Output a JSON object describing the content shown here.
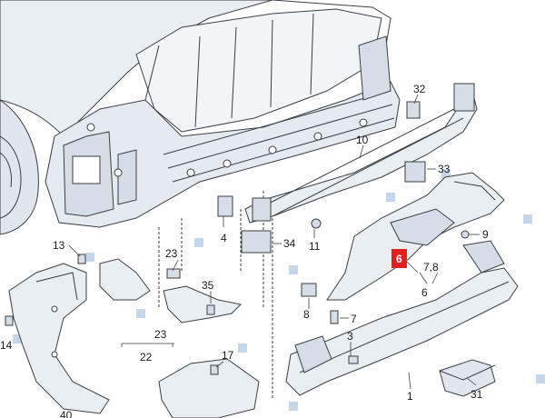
{
  "colors": {
    "body": "#e9eef3",
    "body_shade": "#d5dde6",
    "line": "#3a3f45",
    "marker": "#c6d6ea",
    "highlight": "#e02020"
  },
  "callouts": {
    "c1": "1",
    "c3": "3",
    "c4": "4",
    "c6_marker": "6",
    "c6": "6",
    "c7_8": "7,8",
    "c7": "7",
    "c8": "8",
    "c9": "9",
    "c10": "10",
    "c11": "11",
    "c13": "13",
    "c14": "14",
    "c17": "17",
    "c22": "22",
    "c23a": "23",
    "c23b": "23",
    "c31": "31",
    "c32": "32",
    "c33": "33",
    "c34": "34",
    "c35": "35",
    "c40": "40"
  }
}
